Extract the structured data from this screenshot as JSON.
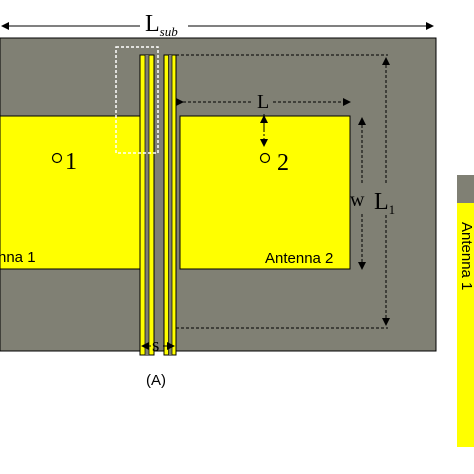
{
  "figure": {
    "sub_label": "(A)",
    "colors": {
      "substrate": "#808074",
      "patch": "#ffff00",
      "outline": "#000000",
      "background": "#ffffff"
    },
    "dimensions": {
      "lsub": {
        "main": "L",
        "subscript": "sub"
      },
      "l": "L",
      "w": "w",
      "l1": {
        "main": "L",
        "subscript": "1"
      },
      "s": "s"
    },
    "ports": {
      "port1": "1",
      "port2": "2"
    },
    "antennas": {
      "antenna1": "nna 1",
      "antenna2": "Antenna 2",
      "side_antenna": "Antenna 1"
    }
  }
}
